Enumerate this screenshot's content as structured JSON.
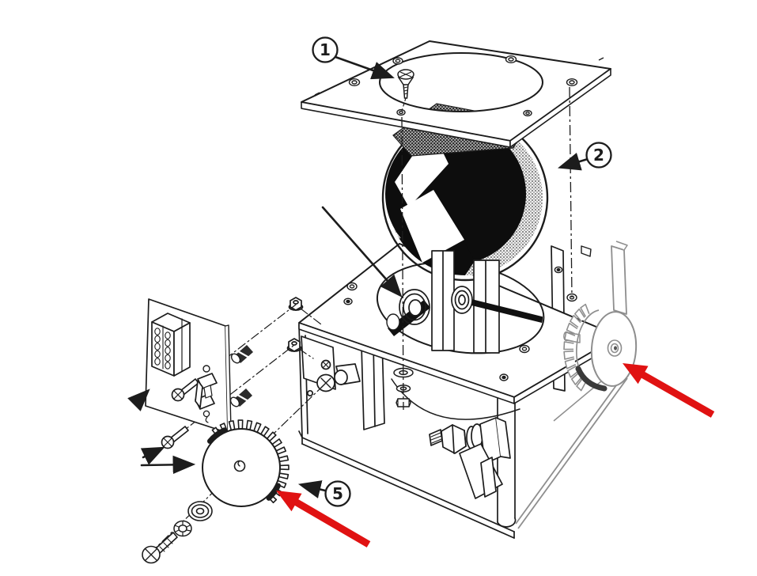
{
  "figure": {
    "kind": "exploded-parts-line-drawing",
    "subject": "trackball-mechanism-assembly",
    "background_color": "#ffffff",
    "ink_color": "#1c1c1c",
    "redrawn_ink_color": "#8e8e8e",
    "shading": {
      "ball_crescent_stipple": "#9a9a9a",
      "plate_shadow_stipple": "#555555"
    },
    "callouts": [
      {
        "label": "1",
        "points_to": "mounting-plate-screw"
      },
      {
        "label": "2",
        "points_to": "trackball"
      },
      {
        "label": "5",
        "points_to": "encoder-slot-wheel"
      }
    ],
    "red_annotation_arrows": {
      "color": "#e01212",
      "count": 2,
      "targets": [
        "drive-gear-right",
        "encoder-slot-wheel-bottom-left"
      ]
    },
    "parts_depicted": [
      "top-mounting-plate",
      "flat-head-screw",
      "trackball",
      "chassis-frame",
      "roller-shaft-bearing-left",
      "roller-shaft-bearing-right",
      "washer-stack",
      "hex-nut",
      "pcb-with-header-connector",
      "photo-interrupter",
      "standoff-spacers",
      "kep-nuts",
      "encoder-slot-wheel",
      "flat-washer",
      "lock-washer",
      "pan-head-screws",
      "drive-gear",
      "idler-bolt-assembly",
      "support-posts",
      "center-lines"
    ]
  }
}
